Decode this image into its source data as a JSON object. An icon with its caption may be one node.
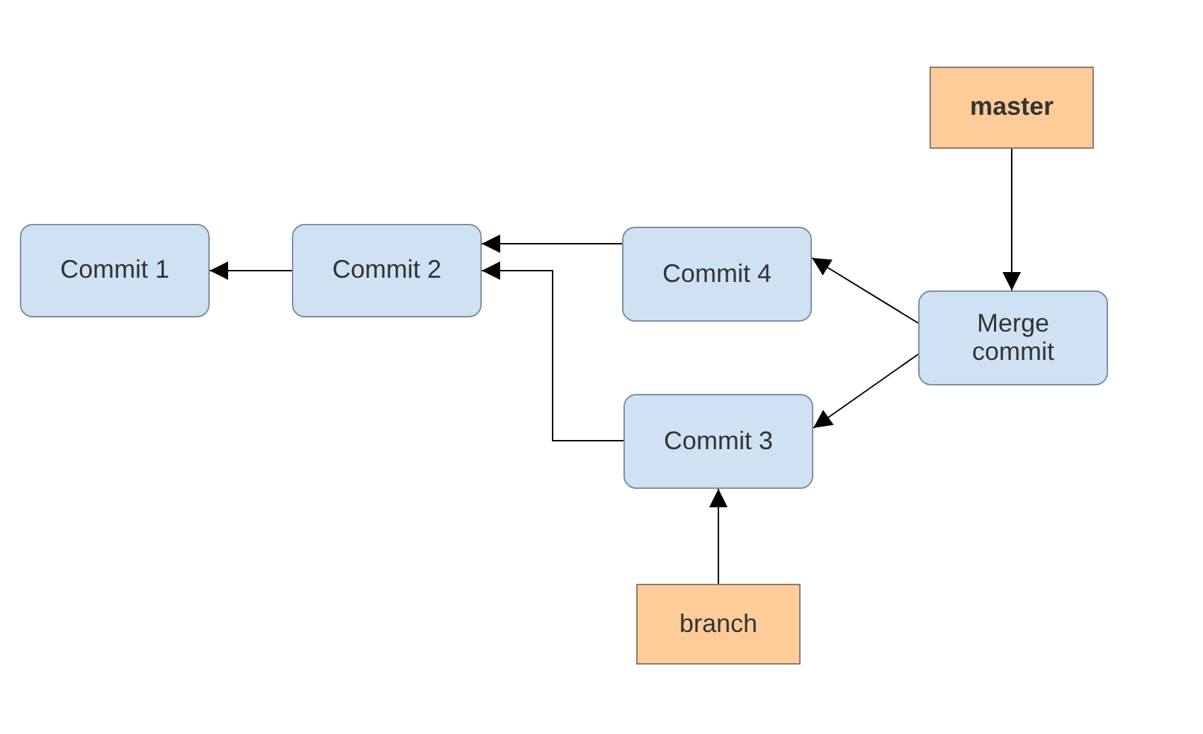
{
  "diagram": {
    "nodes": [
      {
        "text": [
          "master"
        ]
      },
      {
        "text": [
          "Commit 1"
        ]
      },
      {
        "text": [
          "Commit 2"
        ]
      },
      {
        "text": [
          "Commit 4"
        ]
      },
      {
        "text": [
          "Merge commit"
        ]
      },
      {
        "text": [
          "Commit 3"
        ]
      },
      {
        "text": [
          "branch"
        ]
      }
    ],
    "edges": [
      {
        "from": 2,
        "to": 1,
        "arrow": "to"
      },
      {
        "from": 3,
        "to": 2,
        "arrow": "to"
      },
      {
        "from": 5,
        "to": 2,
        "arrow": "to"
      },
      {
        "from": 4,
        "to": 3,
        "arrow": "to"
      },
      {
        "from": 4,
        "to": 5,
        "arrow": "to"
      },
      {
        "from": 0,
        "to": 4,
        "arrow": "to"
      },
      {
        "from": 6,
        "to": 5,
        "arrow": "to"
      }
    ]
  }
}
